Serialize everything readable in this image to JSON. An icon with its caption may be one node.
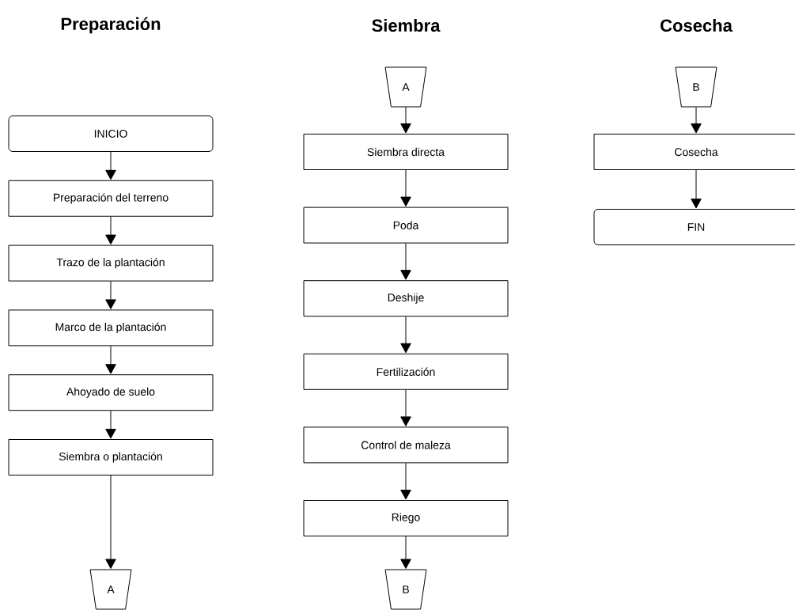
{
  "diagram": {
    "nodes": [
      {
        "text": [
          "INICIO"
        ]
      },
      {
        "text": [
          "Preparación del terreno"
        ]
      },
      {
        "text": [
          "Trazo de la plantación"
        ]
      },
      {
        "text": [
          "Marco de la plantación"
        ]
      },
      {
        "text": [
          "Ahoyado de suelo"
        ]
      },
      {
        "text": [
          "Siembra o plantación"
        ]
      },
      {
        "text": [
          "A"
        ]
      },
      {
        "text": [
          "A"
        ]
      },
      {
        "text": [
          "Siembra directa"
        ]
      },
      {
        "text": [
          "Poda"
        ]
      },
      {
        "text": [
          "Deshije"
        ]
      },
      {
        "text": [
          "Fertilización"
        ]
      },
      {
        "text": [
          "Control de maleza"
        ]
      },
      {
        "text": [
          "Riego"
        ]
      },
      {
        "text": [
          "B"
        ]
      },
      {
        "text": [
          "B"
        ]
      },
      {
        "text": [
          "Cosecha"
        ]
      },
      {
        "text": [
          "FIN"
        ]
      }
    ],
    "edges": [
      {
        "from": 0,
        "to": 1,
        "arrow": "to"
      },
      {
        "from": 1,
        "to": 2,
        "arrow": "to"
      },
      {
        "from": 2,
        "to": 3,
        "arrow": "to"
      },
      {
        "from": 3,
        "to": 4,
        "arrow": "to"
      },
      {
        "from": 4,
        "to": 5,
        "arrow": "to"
      },
      {
        "from": 5,
        "to": 6,
        "arrow": "to"
      },
      {
        "from": 7,
        "to": 8,
        "arrow": "to"
      },
      {
        "from": 8,
        "to": 9,
        "arrow": "to"
      },
      {
        "from": 9,
        "to": 10,
        "arrow": "to"
      },
      {
        "from": 10,
        "to": 11,
        "arrow": "to"
      },
      {
        "from": 11,
        "to": 12,
        "arrow": "to"
      },
      {
        "from": 12,
        "to": 13,
        "arrow": "to"
      },
      {
        "from": 13,
        "to": 14,
        "arrow": "to"
      },
      {
        "from": 15,
        "to": 16,
        "arrow": "to"
      },
      {
        "from": 16,
        "to": 17,
        "arrow": "to"
      }
    ],
    "labels": [
      "Preparación",
      "Siembra",
      "Cosecha"
    ]
  }
}
